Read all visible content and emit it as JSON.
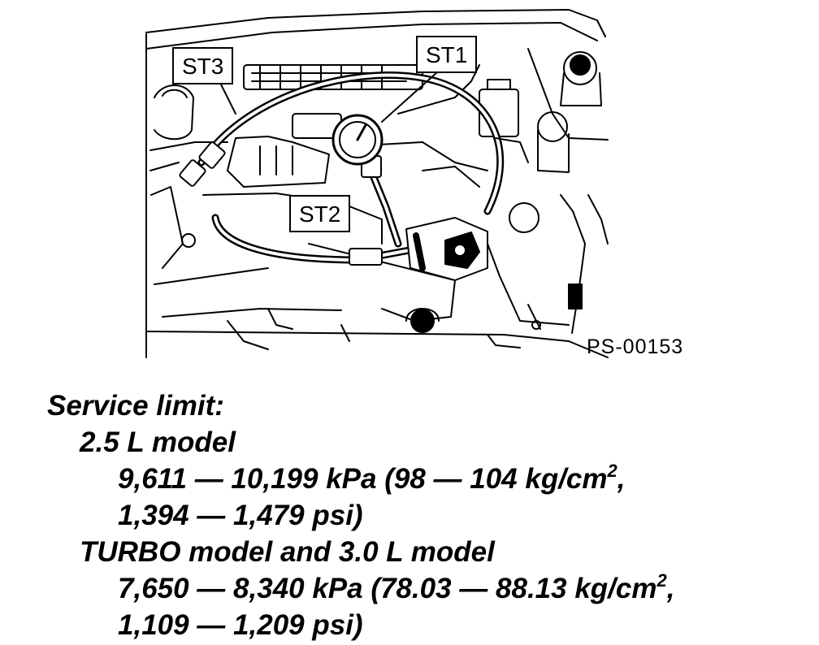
{
  "figure": {
    "labels": {
      "st1": "ST1",
      "st2": "ST2",
      "st3": "ST3"
    },
    "code": "PS-00153"
  },
  "spec": {
    "heading": "Service limit:",
    "groups": [
      {
        "model": "2.5 L model",
        "line1_pre": "9,611 — 10,199 kPa (98 — 104 kg/cm",
        "sup": "2",
        "line1_post": ",",
        "line2": "1,394 — 1,479 psi)"
      },
      {
        "model": "TURBO model and 3.0 L model",
        "line1_pre": "7,650 — 8,340 kPa (78.03 — 88.13 kg/cm",
        "sup": "2",
        "line1_post": ",",
        "line2": "1,109 — 1,209 psi)"
      }
    ]
  }
}
